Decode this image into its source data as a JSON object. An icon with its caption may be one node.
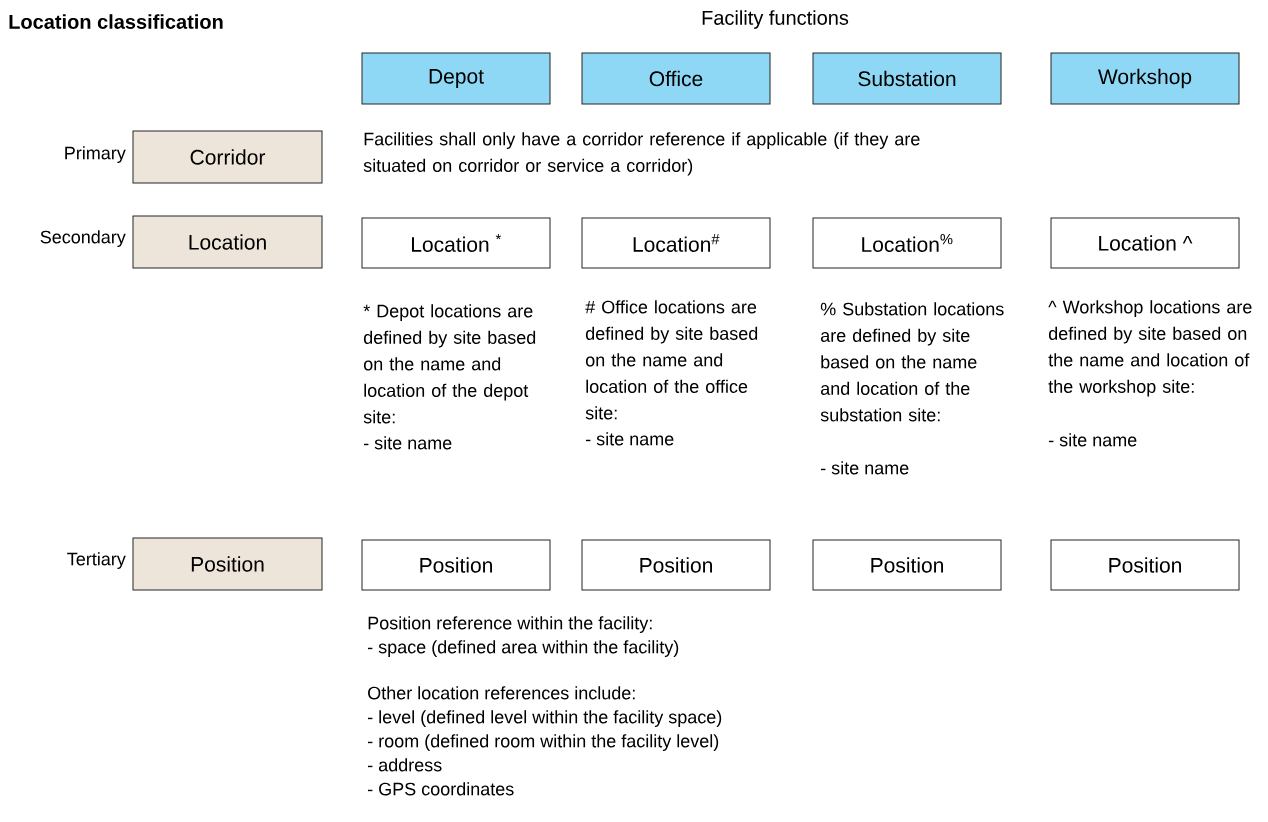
{
  "diagram": {
    "title": "Location classification",
    "nodes": [
      {
        "text": [
          "Depot"
        ]
      },
      {
        "text": [
          "Office"
        ]
      },
      {
        "text": [
          "Substation"
        ]
      },
      {
        "text": [
          "Workshop"
        ]
      },
      {
        "text": [
          "Corridor"
        ]
      },
      {
        "text": [
          "Location"
        ]
      },
      {
        "text": [
          "Location $^{*}$"
        ]
      },
      {
        "text": [
          "Location$^{#}$"
        ]
      },
      {
        "text": [
          "Location$^{%}$"
        ]
      },
      {
        "text": [
          "Location ^"
        ]
      },
      {
        "text": [
          "Position"
        ]
      },
      {
        "text": [
          "Position"
        ]
      },
      {
        "text": [
          "Position"
        ]
      },
      {
        "text": [
          "Position"
        ]
      },
      {
        "text": [
          "Position"
        ]
      }
    ],
    "labels": [
      "Facility functions",
      "Primary",
      "Facilities shall only have a corridor reference if applicable (if they are situated on corridor or service a corridor)",
      "Secondary",
      "* Depot locations are defined by site based on the name and location of the depot site:",
      "- site name",
      "# Office locations are defined by site based on the name and location of the office site:",
      "- site name",
      "% Substation locations are defined by site based on the name and location of the substation site:",
      "- site name",
      "^ Workshop locations are defined by site based on the name and location of the workshop site:",
      "- site name",
      "Tertiary",
      "Position reference within the facility:",
      "- space (defined area within the facility)",
      "Other location references include:",
      "- level (defined level within the facility space)",
      "- room (defined room within the facility level)",
      "- address",
      "- GPS coordinates"
    ]
  }
}
